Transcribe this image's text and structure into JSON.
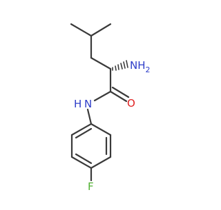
{
  "molecule": {
    "atoms": {
      "amine": "NH",
      "amine_subscript": "2",
      "amide_n": "N",
      "amide_h": "H",
      "carbonyl_o": "O",
      "fluorine": "F"
    },
    "colors": {
      "bond": "#3a3a3a",
      "nitrogen": "#2c3cc8",
      "oxygen": "#e02020",
      "fluorine": "#4fb030",
      "background": "#ffffff"
    }
  }
}
